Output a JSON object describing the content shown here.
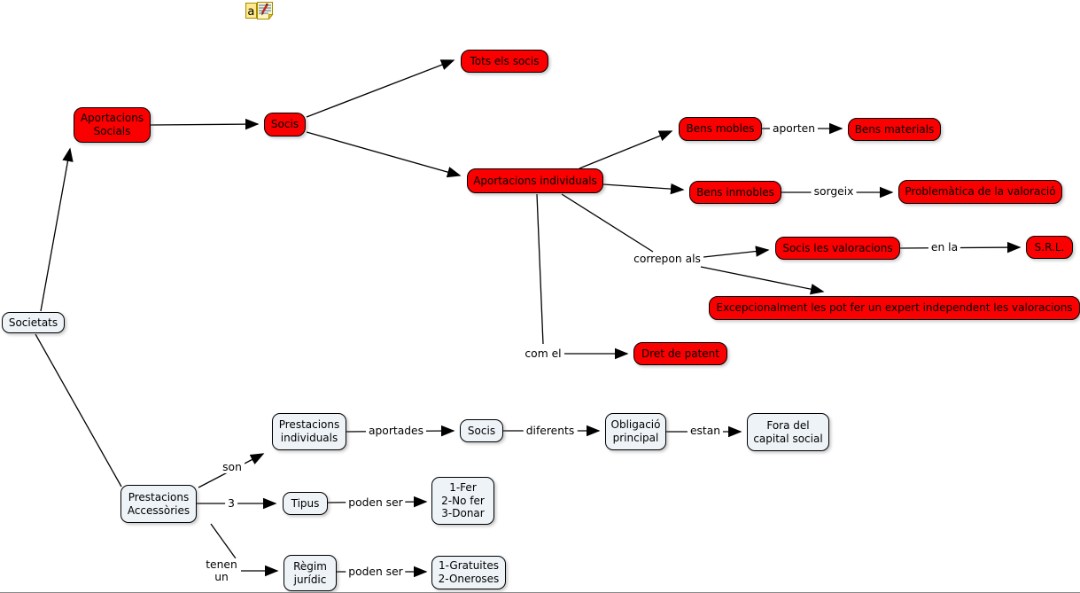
{
  "icon": {
    "letter": "a"
  },
  "nodes": [
    {
      "id": "societats",
      "label": "Societats"
    },
    {
      "id": "aportacions-socials",
      "label": "Aportacions\nSocials"
    },
    {
      "id": "socis",
      "label": "Socis"
    },
    {
      "id": "tots-els-socis",
      "label": "Tots els socis"
    },
    {
      "id": "aportacions-individuals",
      "label": "Aportacions individuals"
    },
    {
      "id": "bens-mobles",
      "label": "Bens mobles"
    },
    {
      "id": "bens-materials",
      "label": "Bens materials"
    },
    {
      "id": "bens-inmobles",
      "label": "Bens inmobles"
    },
    {
      "id": "problematica-valoracio",
      "label": "Problemàtica de la valoració"
    },
    {
      "id": "socis-les-valoracions",
      "label": "Socis les valoracions"
    },
    {
      "id": "srl",
      "label": "S.R.L."
    },
    {
      "id": "excepcionalment",
      "label": "Excepcionalment les pot fer un expert independent les valoracions"
    },
    {
      "id": "dret-de-patent",
      "label": "Dret de patent"
    },
    {
      "id": "prestacions-individuals",
      "label": "Prestacions\nindividuals"
    },
    {
      "id": "socis-2",
      "label": "Socis"
    },
    {
      "id": "obligacio-principal",
      "label": "Obligació\nprincipal"
    },
    {
      "id": "fora-del-capital-social",
      "label": "Fora del\ncapital social"
    },
    {
      "id": "prestacions-accessories",
      "label": "Prestacions\nAccessòries"
    },
    {
      "id": "tipus",
      "label": "Tipus"
    },
    {
      "id": "tipus-llista",
      "label": "1-Fer\n2-No fer\n3-Donar"
    },
    {
      "id": "regim-juridic",
      "label": "Règim\njurídic"
    },
    {
      "id": "regim-llista",
      "label": "1-Gratuites\n2-Oneroses"
    }
  ],
  "link_labels": [
    {
      "id": "aporten",
      "text": "aporten"
    },
    {
      "id": "sorgeix",
      "text": "sorgeix"
    },
    {
      "id": "correpon-als",
      "text": "correpon als"
    },
    {
      "id": "en-la",
      "text": "en la"
    },
    {
      "id": "com-el",
      "text": "com el"
    },
    {
      "id": "aportades",
      "text": "aportades"
    },
    {
      "id": "diferents",
      "text": "diferents"
    },
    {
      "id": "estan",
      "text": "estan"
    },
    {
      "id": "son",
      "text": "son"
    },
    {
      "id": "tres",
      "text": "3"
    },
    {
      "id": "poden-ser-1",
      "text": "poden ser"
    },
    {
      "id": "tenen-un",
      "text": "tenen\nun"
    },
    {
      "id": "poden-ser-2",
      "text": "poden ser"
    }
  ],
  "colors": {
    "node_red": "#fa0000",
    "node_light": "#eef3f7",
    "line": "#000000"
  }
}
